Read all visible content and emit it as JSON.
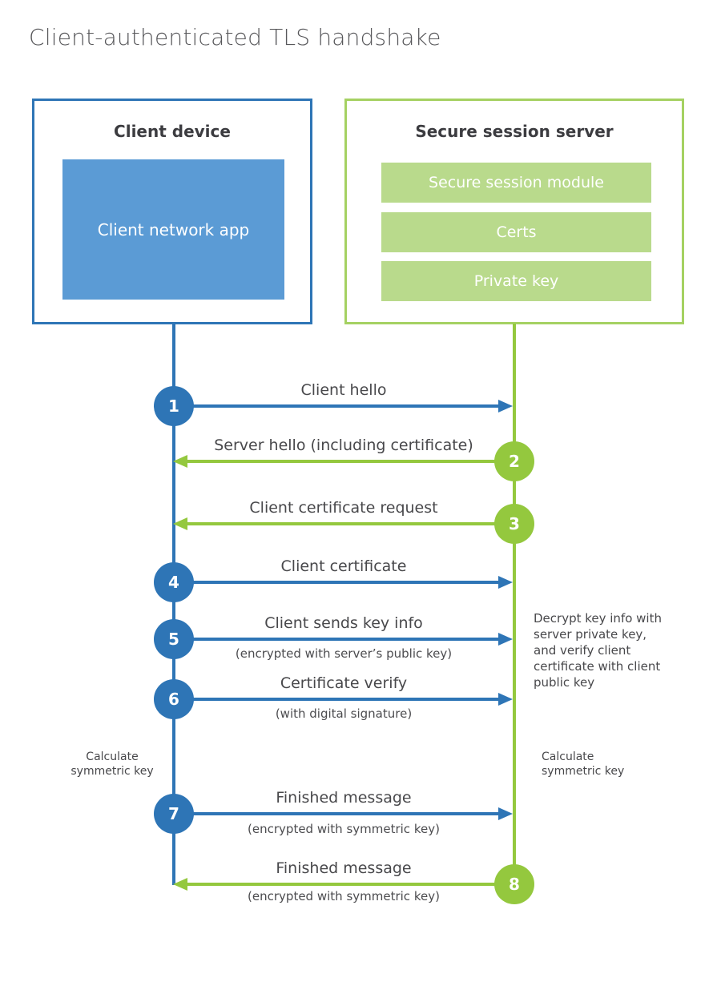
{
  "page_title": "Client-authenticated TLS handshake",
  "colors": {
    "blue_accent": "#2e75b6",
    "blue_fill": "#5b9bd5",
    "green_accent": "#94c83e",
    "green_border": "#a5d162",
    "green_fill": "#b9da8c",
    "label_text": "#48484b"
  },
  "client": {
    "title": "Client device",
    "app": "Client network app"
  },
  "server": {
    "title": "Secure session server",
    "modules": [
      "Secure session module",
      "Certs",
      "Private key"
    ]
  },
  "messages": [
    {
      "num": "1",
      "label": "Client hello",
      "from": "client"
    },
    {
      "num": "2",
      "label": "Server hello (including certificate)",
      "from": "server"
    },
    {
      "num": "3",
      "label": "Client certificate request",
      "from": "server"
    },
    {
      "num": "4",
      "label": "Client certificate",
      "from": "client"
    },
    {
      "num": "5",
      "label": "Client sends key info",
      "sub": "(encrypted with server’s public key)",
      "from": "client"
    },
    {
      "num": "6",
      "label": "Certificate verify",
      "sub": "(with digital signature)",
      "from": "client"
    },
    {
      "num": "7",
      "label": "Finished message",
      "sub": "(encrypted with symmetric key)",
      "from": "client"
    },
    {
      "num": "8",
      "label": "Finished message",
      "sub": "(encrypted with symmetric key)",
      "from": "server"
    }
  ],
  "notes": {
    "decrypt": "Decrypt key info with server private key, and verify client certificate with client public key",
    "calculate_left": "Calculate symmetric key",
    "calculate_right": "Calculate symmetric key"
  }
}
